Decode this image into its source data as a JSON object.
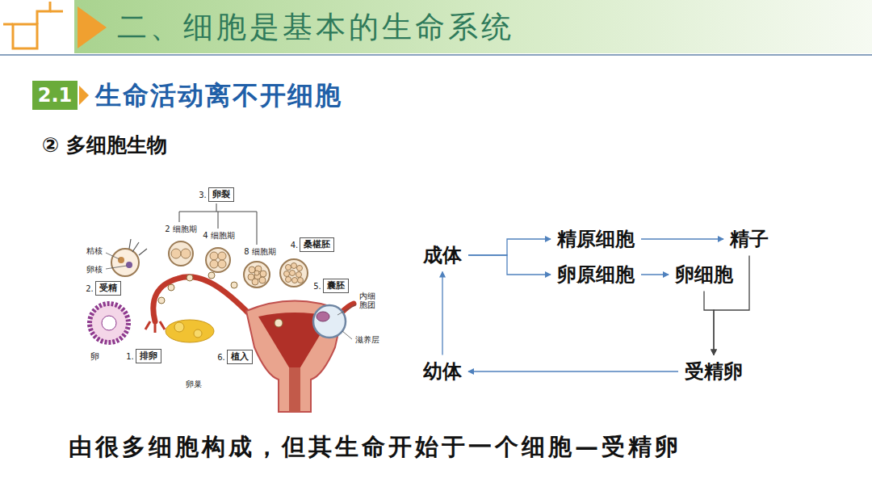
{
  "diagram": {
    "title": "二、细胞是基本的生命系统",
    "caption": "由很多细胞构成，但其生命开始于一个细胞—受精卵",
    "nodes": [
      {
        "text": [
          "3.",
          "卵裂"
        ]
      },
      {
        "text": [
          "4.",
          "桑椹胚"
        ]
      },
      {
        "text": [
          "2.",
          "受精"
        ]
      },
      {
        "text": [
          "5.",
          "囊胚"
        ]
      },
      {
        "text": [
          "1.",
          "排卵"
        ]
      },
      {
        "text": [
          "6.",
          "植入"
        ]
      },
      {
        "text": [
          "成体"
        ]
      },
      {
        "text": [
          "精原细胞"
        ]
      },
      {
        "text": [
          "精子"
        ]
      },
      {
        "text": [
          "卵原细胞"
        ]
      },
      {
        "text": [
          "卵细胞"
        ]
      },
      {
        "text": [
          "幼体"
        ]
      },
      {
        "text": [
          "受精卵"
        ]
      }
    ],
    "edges": [
      {
        "from": 6,
        "to": 7,
        "arrow": "to"
      },
      {
        "from": 6,
        "to": 9,
        "arrow": "to"
      },
      {
        "from": 7,
        "to": 8,
        "arrow": "to"
      },
      {
        "from": 9,
        "to": 10,
        "arrow": "to"
      },
      {
        "from": 8,
        "to": 12,
        "arrow": "to"
      },
      {
        "from": 10,
        "to": 12,
        "arrow": "to"
      },
      {
        "from": 12,
        "to": 11,
        "arrow": "to"
      },
      {
        "from": 11,
        "to": 6,
        "arrow": "to"
      }
    ],
    "labels": [
      "2.1",
      "生命活动离不开细胞",
      "② 多细胞生物",
      "2 细胞期",
      "4 细胞期",
      "8 细胞期",
      "精核",
      "卵核",
      "卵",
      "卵巢",
      "内细胞团",
      "滋养层"
    ]
  }
}
